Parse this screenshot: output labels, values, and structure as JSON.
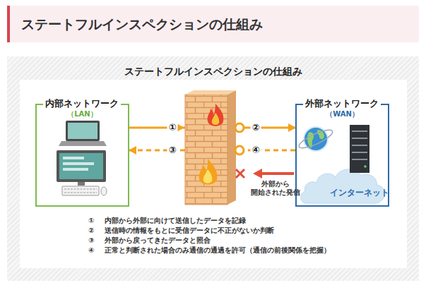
{
  "diagram": {
    "title": "ステートフルインスペクションの仕組み",
    "nodes": [
      {
        "text": [
          "内部ネットワーク",
          "（LAN）"
        ]
      },
      {
        "text": [
          "外部ネットワーク",
          "（WAN）"
        ]
      },
      {
        "text": [
          "インターネット"
        ],
        "in": 1
      }
    ],
    "edges": [
      {
        "from": 0,
        "to": 1,
        "arrow": "to"
      },
      {
        "from": 1,
        "to": 0,
        "arrow": "to"
      }
    ],
    "labels": [
      "ステートフルインスペクションの仕組み",
      "①",
      "②",
      "③",
      "④",
      "外部から 開始された発信",
      "①",
      "内部から外部に向けて送信したデータを記録",
      "②",
      "送信時の情報をもとに受信データに不正がないか判断",
      "③",
      "外部から戻ってきたデータと照合",
      "④",
      "正常と判断された場合のみ通信の通過を許可（通信の前後関係を把握）"
    ]
  }
}
